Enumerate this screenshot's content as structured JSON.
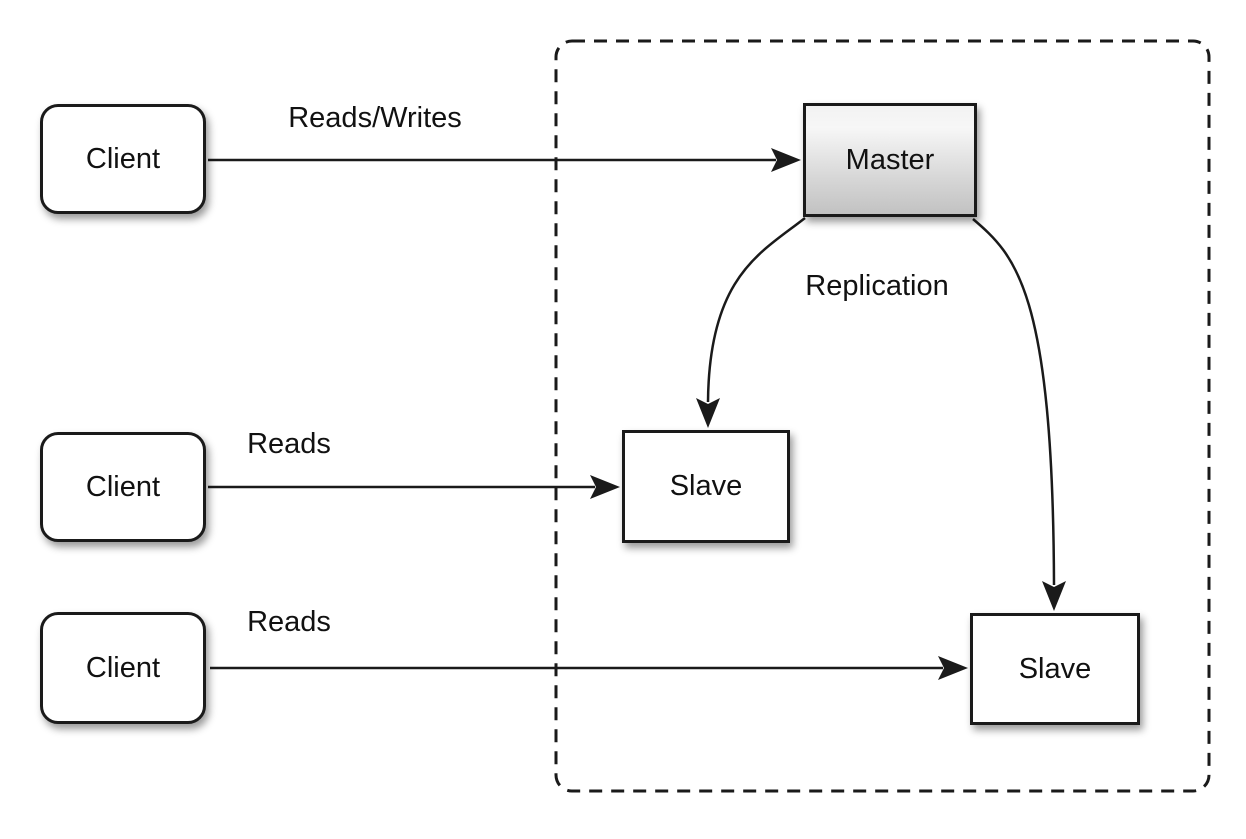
{
  "diagram": {
    "type": "architecture-diagram",
    "subject": "master-slave-replication",
    "nodes": {
      "client1": {
        "label": "Client"
      },
      "client2": {
        "label": "Client"
      },
      "client3": {
        "label": "Client"
      },
      "master": {
        "label": "Master"
      },
      "slave1": {
        "label": "Slave"
      },
      "slave2": {
        "label": "Slave"
      }
    },
    "edges": {
      "client1_to_master": {
        "label": "Reads/Writes"
      },
      "client2_to_slave1": {
        "label": "Reads"
      },
      "client3_to_slave2": {
        "label": "Reads"
      },
      "master_to_slaves": {
        "label": "Replication"
      }
    },
    "colors": {
      "background": "#ffffff",
      "stroke": "#1a1a1a",
      "node_fill": "#ffffff",
      "master_fill_top": "#f2f2f2",
      "master_fill_bottom": "#c2c2c2",
      "text": "#111111"
    }
  }
}
